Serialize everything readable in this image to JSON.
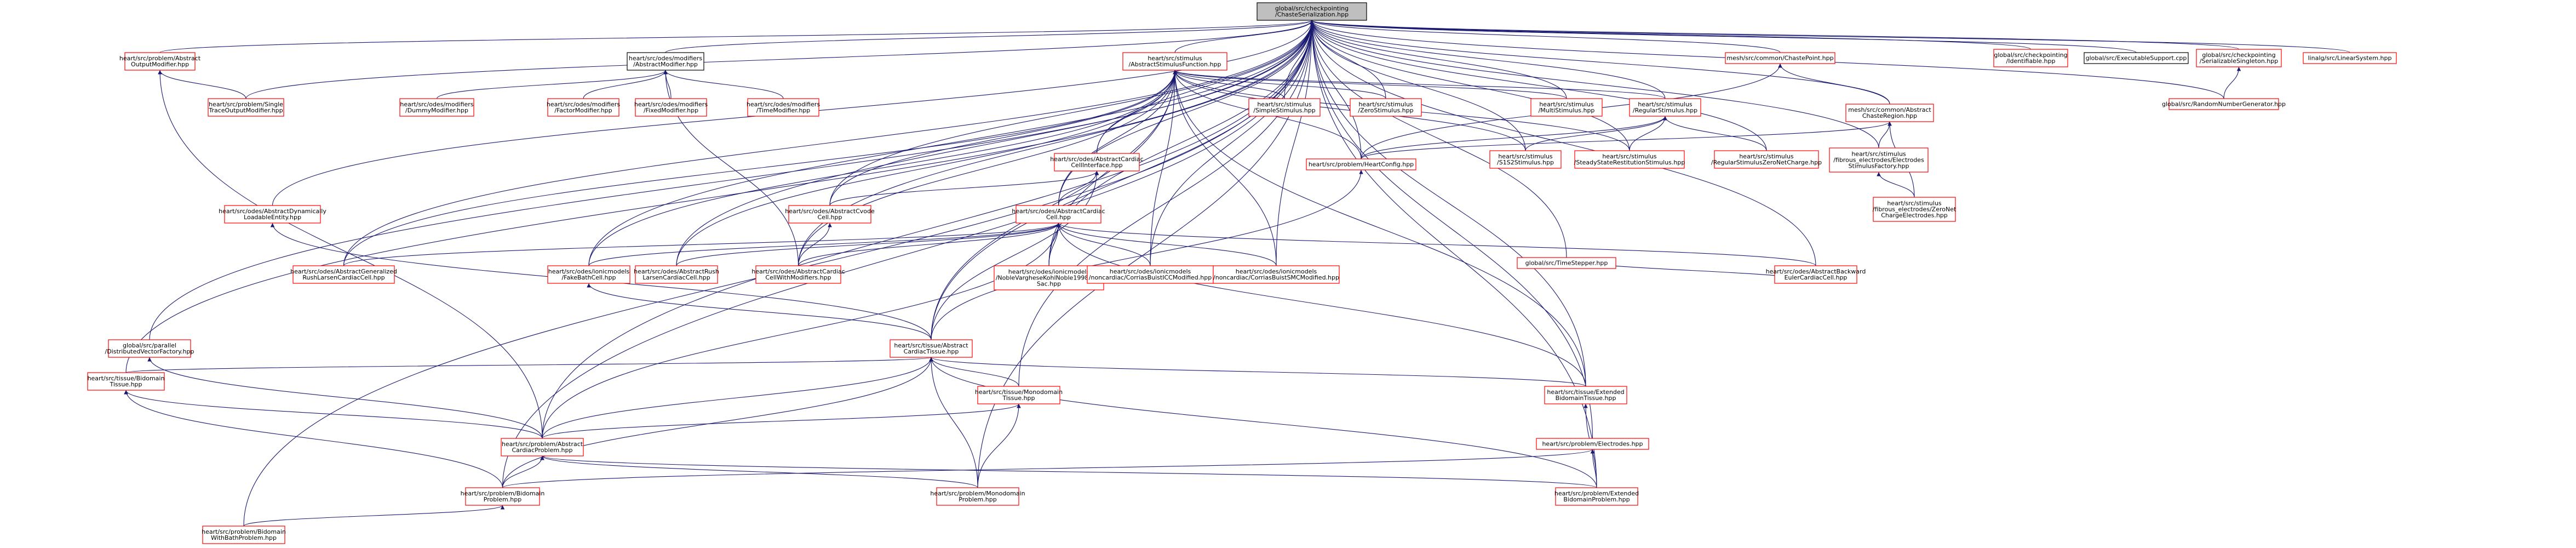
{
  "nodes": [
    {
      "id": "root",
      "lines": [
        "global/src/checkpointing",
        "/ChasteSerialization.hpp"
      ],
      "border": "black",
      "root": true
    },
    {
      "id": "abs_output_mod",
      "lines": [
        "heart/src/problem/Abstract",
        "OutputModifier.hpp"
      ],
      "border": "red"
    },
    {
      "id": "single_trace",
      "lines": [
        "heart/src/problem/Single",
        "TraceOutputModifier.hpp"
      ],
      "border": "red"
    },
    {
      "id": "abs_modifier",
      "lines": [
        "heart/src/odes/modifiers",
        "/AbstractModifier.hpp"
      ],
      "border": "black"
    },
    {
      "id": "dummy_mod",
      "lines": [
        "heart/src/odes/modifiers",
        "/DummyModifier.hpp"
      ],
      "border": "red"
    },
    {
      "id": "factor_mod",
      "lines": [
        "heart/src/odes/modifiers",
        "/FactorModifier.hpp"
      ],
      "border": "red"
    },
    {
      "id": "fixed_mod",
      "lines": [
        "heart/src/odes/modifiers",
        "/FixedModifier.hpp"
      ],
      "border": "red"
    },
    {
      "id": "time_mod",
      "lines": [
        "heart/src/odes/modifiers",
        "/TimeModifier.hpp"
      ],
      "border": "red"
    },
    {
      "id": "abs_stim_fn",
      "lines": [
        "heart/src/stimulus",
        "/AbstractStimulusFunction.hpp"
      ],
      "border": "red"
    },
    {
      "id": "simple_stim",
      "lines": [
        "heart/src/stimulus",
        "/SimpleStimulus.hpp"
      ],
      "border": "red"
    },
    {
      "id": "zero_stim",
      "lines": [
        "heart/src/stimulus",
        "/ZeroStimulus.hpp"
      ],
      "border": "red"
    },
    {
      "id": "multi_stim",
      "lines": [
        "heart/src/stimulus",
        "/MultiStimulus.hpp"
      ],
      "border": "red"
    },
    {
      "id": "regular_stim",
      "lines": [
        "heart/src/stimulus",
        "/RegularStimulus.hpp"
      ],
      "border": "red"
    },
    {
      "id": "s1s2_stim",
      "lines": [
        "heart/src/stimulus",
        "/S1S2Stimulus.hpp"
      ],
      "border": "red"
    },
    {
      "id": "steady_stim",
      "lines": [
        "heart/src/stimulus",
        "/SteadyStateRestitutionStimulus.hpp"
      ],
      "border": "red"
    },
    {
      "id": "regular_zero_stim",
      "lines": [
        "heart/src/stimulus",
        "/RegularStimulusZeroNetCharge.hpp"
      ],
      "border": "red"
    },
    {
      "id": "chaste_point",
      "lines": [
        "mesh/src/common/ChastePoint.hpp"
      ],
      "border": "red"
    },
    {
      "id": "chaste_region",
      "lines": [
        "mesh/src/common/Abstract",
        "ChasteRegion.hpp"
      ],
      "border": "red"
    },
    {
      "id": "elec_factory",
      "lines": [
        "heart/src/stimulus",
        "/fibrous_electrodes/Electrodes",
        "StimulusFactory.hpp"
      ],
      "border": "red"
    },
    {
      "id": "zero_net_elec",
      "lines": [
        "heart/src/stimulus",
        "/fibrous_electrodes/ZeroNet",
        "ChargeElectrodes.hpp"
      ],
      "border": "red"
    },
    {
      "id": "identifiable",
      "lines": [
        "global/src/checkpointing",
        "/Identifiable.hpp"
      ],
      "border": "red"
    },
    {
      "id": "exec_support",
      "lines": [
        "global/src/ExecutableSupport.cpp"
      ],
      "border": "black"
    },
    {
      "id": "serializable_singleton",
      "lines": [
        "global/src/checkpointing",
        "/SerializableSingleton.hpp"
      ],
      "border": "red"
    },
    {
      "id": "rng",
      "lines": [
        "global/src/RandomNumberGenerator.hpp"
      ],
      "border": "red"
    },
    {
      "id": "linear_system",
      "lines": [
        "linalg/src/LinearSystem.hpp"
      ],
      "border": "red"
    },
    {
      "id": "heart_config",
      "lines": [
        "heart/src/problem/HeartConfig.hpp"
      ],
      "border": "red"
    },
    {
      "id": "time_stepper",
      "lines": [
        "global/src/TimeStepper.hpp"
      ],
      "border": "red"
    },
    {
      "id": "dyn_loadable",
      "lines": [
        "heart/src/odes/AbstractDynamically",
        "LoadableEntity.hpp"
      ],
      "border": "red"
    },
    {
      "id": "cell_iface",
      "lines": [
        "heart/src/odes/AbstractCardiac",
        "CellInterface.hpp"
      ],
      "border": "red"
    },
    {
      "id": "cvode_cell",
      "lines": [
        "heart/src/odes/AbstractCvode",
        "Cell.hpp"
      ],
      "border": "red"
    },
    {
      "id": "abs_cardiac_cell",
      "lines": [
        "heart/src/odes/AbstractCardiac",
        "Cell.hpp"
      ],
      "border": "red"
    },
    {
      "id": "gen_rush",
      "lines": [
        "heart/src/odes/AbstractGeneralized",
        "RushLarsenCardiacCell.hpp"
      ],
      "border": "red"
    },
    {
      "id": "fake_bath",
      "lines": [
        "heart/src/odes/ionicmodels",
        "/FakeBathCell.hpp"
      ],
      "border": "red"
    },
    {
      "id": "rush_larsen",
      "lines": [
        "heart/src/odes/AbstractRush",
        "LarsenCardiacCell.hpp"
      ],
      "border": "red"
    },
    {
      "id": "cell_with_mod",
      "lines": [
        "heart/src/odes/AbstractCardiac",
        "CellWithModifiers.hpp"
      ],
      "border": "red"
    },
    {
      "id": "noble_vk",
      "lines": [
        "heart/src/odes/ionicmodels",
        "/NobleVargheseKohlNoble1998With",
        "Sac.hpp"
      ],
      "border": "red"
    },
    {
      "id": "corriasbuist_icc",
      "lines": [
        "heart/src/odes/ionicmodels",
        "/noncardiac/CorriasBuistICCModified.hpp"
      ],
      "border": "red"
    },
    {
      "id": "corriasbuist_smc",
      "lines": [
        "heart/src/odes/ionicmodels",
        "/noncardiac/CorriasBuistSMCModified.hpp"
      ],
      "border": "red"
    },
    {
      "id": "backward_euler",
      "lines": [
        "heart/src/odes/AbstractBackward",
        "EulerCardiacCell.hpp"
      ],
      "border": "red"
    },
    {
      "id": "dist_vec_factory",
      "lines": [
        "global/src/parallel",
        "/DistributedVectorFactory.hpp"
      ],
      "border": "red"
    },
    {
      "id": "abs_cardiac_tissue",
      "lines": [
        "heart/src/tissue/Abstract",
        "CardiacTissue.hpp"
      ],
      "border": "red"
    },
    {
      "id": "bidomain_tissue",
      "lines": [
        "heart/src/tissue/Bidomain",
        "Tissue.hpp"
      ],
      "border": "red"
    },
    {
      "id": "monodomain_tissue",
      "lines": [
        "heart/src/tissue/Monodomain",
        "Tissue.hpp"
      ],
      "border": "red"
    },
    {
      "id": "ext_bidomain_tissue",
      "lines": [
        "heart/src/tissue/Extended",
        "BidomainTissue.hpp"
      ],
      "border": "red"
    },
    {
      "id": "abs_cardiac_problem",
      "lines": [
        "heart/src/problem/Abstract",
        "CardiacProblem.hpp"
      ],
      "border": "red"
    },
    {
      "id": "electrodes",
      "lines": [
        "heart/src/problem/Electrodes.hpp"
      ],
      "border": "red"
    },
    {
      "id": "bidomain_problem",
      "lines": [
        "heart/src/problem/Bidomain",
        "Problem.hpp"
      ],
      "border": "red"
    },
    {
      "id": "monodomain_problem",
      "lines": [
        "heart/src/problem/Monodomain",
        "Problem.hpp"
      ],
      "border": "red"
    },
    {
      "id": "ext_bidomain_problem",
      "lines": [
        "heart/src/problem/Extended",
        "BidomainProblem.hpp"
      ],
      "border": "red"
    },
    {
      "id": "bidomain_bath",
      "lines": [
        "heart/src/problem/Bidomain",
        "WithBathProblem.hpp"
      ],
      "border": "red"
    }
  ],
  "edges": [
    [
      "root",
      "abs_output_mod"
    ],
    [
      "root",
      "single_trace"
    ],
    [
      "root",
      "abs_modifier"
    ],
    [
      "root",
      "abs_stim_fn"
    ],
    [
      "root",
      "simple_stim"
    ],
    [
      "root",
      "zero_stim"
    ],
    [
      "root",
      "multi_stim"
    ],
    [
      "root",
      "regular_stim"
    ],
    [
      "root",
      "chaste_point"
    ],
    [
      "root",
      "chaste_region"
    ],
    [
      "root",
      "identifiable"
    ],
    [
      "root",
      "exec_support"
    ],
    [
      "root",
      "serializable_singleton"
    ],
    [
      "root",
      "linear_system"
    ],
    [
      "root",
      "heart_config"
    ],
    [
      "root",
      "time_stepper"
    ],
    [
      "root",
      "dyn_loadable"
    ],
    [
      "root",
      "cell_iface"
    ],
    [
      "root",
      "cvode_cell"
    ],
    [
      "root",
      "abs_cardiac_cell"
    ],
    [
      "root",
      "gen_rush"
    ],
    [
      "root",
      "fake_bath"
    ],
    [
      "root",
      "rush_larsen"
    ],
    [
      "root",
      "cell_with_mod"
    ],
    [
      "root",
      "noble_vk"
    ],
    [
      "root",
      "corriasbuist_icc"
    ],
    [
      "root",
      "corriasbuist_smc"
    ],
    [
      "root",
      "backward_euler"
    ],
    [
      "root",
      "dist_vec_factory"
    ],
    [
      "root",
      "abs_cardiac_tissue"
    ],
    [
      "root",
      "bidomain_tissue"
    ],
    [
      "root",
      "monodomain_tissue"
    ],
    [
      "root",
      "ext_bidomain_tissue"
    ],
    [
      "root",
      "abs_cardiac_problem"
    ],
    [
      "root",
      "electrodes"
    ],
    [
      "root",
      "bidomain_problem"
    ],
    [
      "root",
      "monodomain_problem"
    ],
    [
      "root",
      "ext_bidomain_problem"
    ],
    [
      "root",
      "bidomain_bath"
    ],
    [
      "root",
      "elec_factory"
    ],
    [
      "root",
      "s1s2_stim"
    ],
    [
      "root",
      "steady_stim"
    ],
    [
      "root",
      "regular_zero_stim"
    ],
    [
      "root",
      "rng"
    ],
    [
      "abs_output_mod",
      "single_trace"
    ],
    [
      "abs_output_mod",
      "abs_cardiac_problem"
    ],
    [
      "abs_modifier",
      "dummy_mod"
    ],
    [
      "abs_modifier",
      "factor_mod"
    ],
    [
      "abs_modifier",
      "fixed_mod"
    ],
    [
      "abs_modifier",
      "time_mod"
    ],
    [
      "abs_modifier",
      "cell_with_mod"
    ],
    [
      "abs_stim_fn",
      "simple_stim"
    ],
    [
      "abs_stim_fn",
      "zero_stim"
    ],
    [
      "abs_stim_fn",
      "multi_stim"
    ],
    [
      "abs_stim_fn",
      "regular_stim"
    ],
    [
      "abs_stim_fn",
      "heart_config"
    ],
    [
      "abs_stim_fn",
      "cell_iface"
    ],
    [
      "abs_stim_fn",
      "cvode_cell"
    ],
    [
      "abs_stim_fn",
      "abs_cardiac_cell"
    ],
    [
      "abs_stim_fn",
      "cell_with_mod"
    ],
    [
      "abs_stim_fn",
      "noble_vk"
    ],
    [
      "abs_stim_fn",
      "corriasbuist_icc"
    ],
    [
      "abs_stim_fn",
      "corriasbuist_smc"
    ],
    [
      "abs_stim_fn",
      "abs_cardiac_tissue"
    ],
    [
      "abs_stim_fn",
      "ext_bidomain_tissue"
    ],
    [
      "abs_stim_fn",
      "gen_rush"
    ],
    [
      "abs_stim_fn",
      "fake_bath"
    ],
    [
      "abs_stim_fn",
      "rush_larsen"
    ],
    [
      "abs_stim_fn",
      "s1s2_stim"
    ],
    [
      "abs_stim_fn",
      "steady_stim"
    ],
    [
      "regular_stim",
      "s1s2_stim"
    ],
    [
      "regular_stim",
      "steady_stim"
    ],
    [
      "regular_stim",
      "regular_zero_stim"
    ],
    [
      "regular_stim",
      "heart_config"
    ],
    [
      "chaste_point",
      "chaste_region"
    ],
    [
      "chaste_point",
      "heart_config"
    ],
    [
      "chaste_region",
      "heart_config"
    ],
    [
      "chaste_region",
      "elec_factory"
    ],
    [
      "chaste_region",
      "zero_net_elec"
    ],
    [
      "elec_factory",
      "zero_net_elec"
    ],
    [
      "serializable_singleton",
      "rng"
    ],
    [
      "heart_config",
      "abs_cardiac_tissue"
    ],
    [
      "time_stepper",
      "backward_euler"
    ],
    [
      "dyn_loadable",
      "abs_cardiac_tissue"
    ],
    [
      "cell_iface",
      "cvode_cell"
    ],
    [
      "cell_iface",
      "abs_cardiac_cell"
    ],
    [
      "cell_iface",
      "abs_cardiac_tissue"
    ],
    [
      "cvode_cell",
      "cell_with_mod"
    ],
    [
      "abs_cardiac_cell",
      "gen_rush"
    ],
    [
      "abs_cardiac_cell",
      "fake_bath"
    ],
    [
      "abs_cardiac_cell",
      "rush_larsen"
    ],
    [
      "abs_cardiac_cell",
      "cell_with_mod"
    ],
    [
      "abs_cardiac_cell",
      "noble_vk"
    ],
    [
      "abs_cardiac_cell",
      "corriasbuist_icc"
    ],
    [
      "abs_cardiac_cell",
      "corriasbuist_smc"
    ],
    [
      "abs_cardiac_cell",
      "backward_euler"
    ],
    [
      "abs_cardiac_cell",
      "abs_cardiac_problem"
    ],
    [
      "abs_cardiac_cell",
      "ext_bidomain_tissue"
    ],
    [
      "fake_bath",
      "abs_cardiac_tissue"
    ],
    [
      "dist_vec_factory",
      "abs_cardiac_problem"
    ],
    [
      "abs_cardiac_tissue",
      "bidomain_tissue"
    ],
    [
      "abs_cardiac_tissue",
      "monodomain_tissue"
    ],
    [
      "abs_cardiac_tissue",
      "ext_bidomain_tissue"
    ],
    [
      "abs_cardiac_tissue",
      "abs_cardiac_problem"
    ],
    [
      "abs_cardiac_tissue",
      "bidomain_problem"
    ],
    [
      "abs_cardiac_tissue",
      "monodomain_problem"
    ],
    [
      "abs_cardiac_tissue",
      "ext_bidomain_problem"
    ],
    [
      "bidomain_tissue",
      "abs_cardiac_problem"
    ],
    [
      "bidomain_tissue",
      "bidomain_problem"
    ],
    [
      "monodomain_tissue",
      "abs_cardiac_problem"
    ],
    [
      "monodomain_tissue",
      "monodomain_problem"
    ],
    [
      "ext_bidomain_tissue",
      "ext_bidomain_problem"
    ],
    [
      "abs_cardiac_problem",
      "bidomain_problem"
    ],
    [
      "abs_cardiac_problem",
      "monodomain_problem"
    ],
    [
      "abs_cardiac_problem",
      "ext_bidomain_problem"
    ],
    [
      "electrodes",
      "bidomain_problem"
    ],
    [
      "electrodes",
      "ext_bidomain_problem"
    ],
    [
      "bidomain_problem",
      "bidomain_bath"
    ]
  ]
}
